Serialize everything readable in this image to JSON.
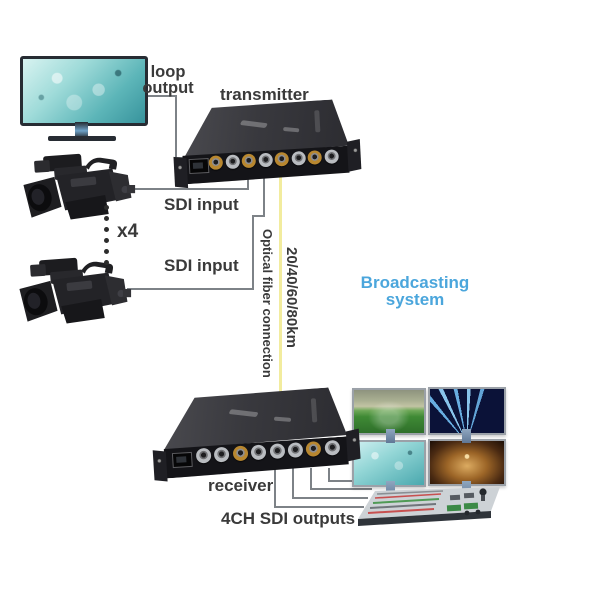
{
  "labels": {
    "loop_line1": "loop",
    "loop_line2": "output",
    "transmitter": "transmitter",
    "sdi_input_top": "SDI input",
    "sdi_input_bottom": "SDI input",
    "camera_multiplier": "x4",
    "optical_fiber": "Optical fiber connection",
    "distance": "20/40/60/80km",
    "broadcasting_line1": "Broadcasting",
    "broadcasting_line2": "system",
    "receiver": "receiver",
    "outputs": "4CH SDI outputs"
  },
  "colors": {
    "accent_blue": "#4BA6DC",
    "label_text": "#3A3A3A",
    "connection_line": "#7D8287",
    "optical_fiber_line": "#F2EC9E"
  },
  "devices": {
    "transmitter": {
      "ethernet_ports": 1,
      "bnc_connectors": 8
    },
    "receiver": {
      "ethernet_ports": 1,
      "bnc_connectors": 8
    }
  },
  "monitor_wall": {
    "screens": [
      "sports-stadium",
      "concert-stage",
      "water-abstract",
      "theater-stage"
    ]
  }
}
